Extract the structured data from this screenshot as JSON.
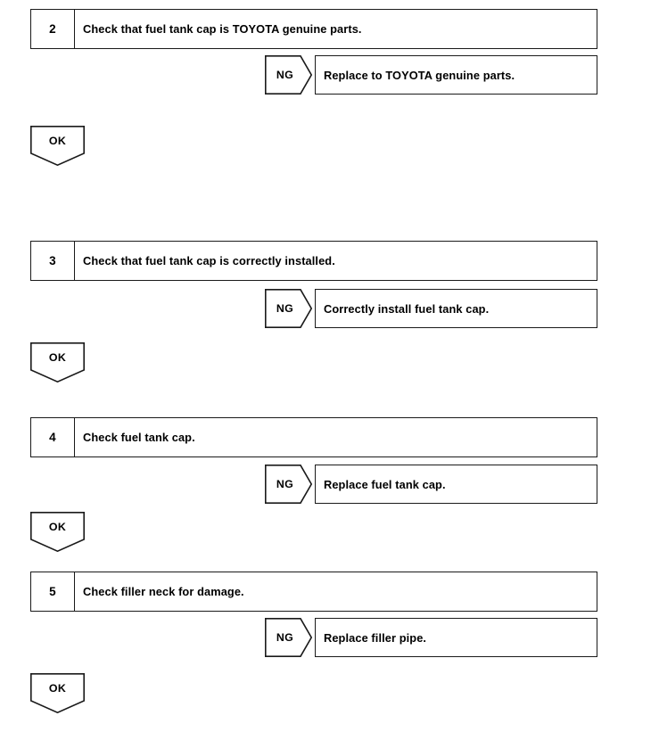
{
  "document": {
    "title": "Fuel tank cap / filler neck diagnostic flow chart",
    "type": "troubleshooting-flowchart",
    "ink_color": "#1a1a1a",
    "background_color": "#ffffff"
  },
  "labels": {
    "ok": "OK",
    "ng": "NG"
  },
  "steps": [
    {
      "number": "2",
      "description": "Check that fuel tank cap is TOYOTA genuine parts.",
      "ng_label": "NG",
      "ng_action": "Replace to TOYOTA genuine parts.",
      "ok_label": "OK"
    },
    {
      "number": "3",
      "description": "Check that fuel tank cap is correctly installed.",
      "ng_label": "NG",
      "ng_action": "Correctly install fuel tank cap.",
      "ok_label": "OK"
    },
    {
      "number": "4",
      "description": "Check fuel tank cap.",
      "ng_label": "NG",
      "ng_action": "Replace fuel tank cap.",
      "ok_label": "OK"
    },
    {
      "number": "5",
      "description": "Check filler neck for damage.",
      "ng_label": "NG",
      "ng_action": "Replace filler pipe.",
      "ok_label": "OK"
    }
  ]
}
